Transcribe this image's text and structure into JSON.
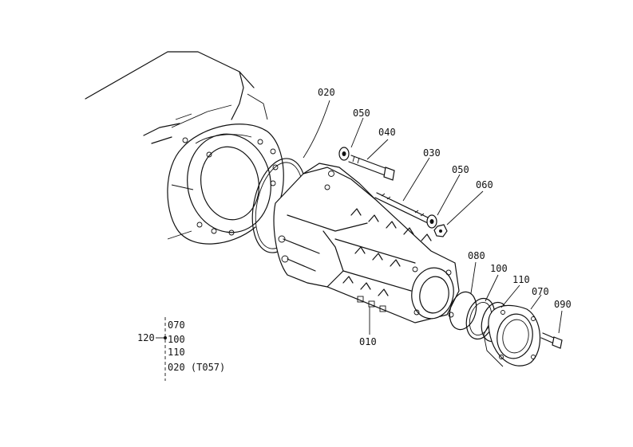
{
  "part_labels": {
    "p010": "010",
    "p020": "020",
    "p030": "030",
    "p040": "040",
    "p050a": "050",
    "p050b": "050",
    "p060": "060",
    "p070": "070",
    "p080": "080",
    "p090": "090",
    "p100": "100",
    "p110": "110"
  },
  "assembly_kit": {
    "number": "120",
    "items": [
      "070",
      "100",
      "110",
      "020 (T057)"
    ]
  }
}
